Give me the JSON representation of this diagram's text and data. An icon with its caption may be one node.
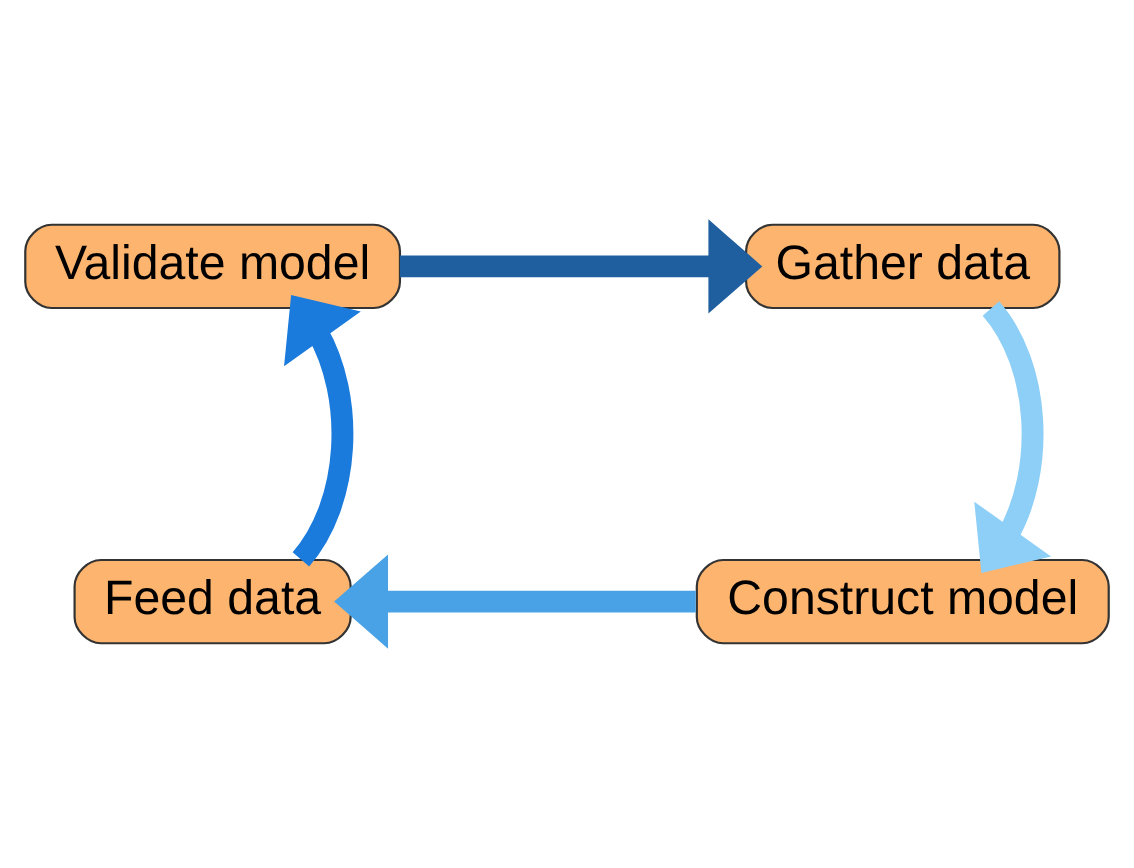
{
  "diagram": {
    "nodes": [
      {
        "text": [
          "Validate model"
        ]
      },
      {
        "text": [
          "Gather data"
        ]
      },
      {
        "text": [
          "Feed data"
        ]
      },
      {
        "text": [
          "Construct model"
        ]
      }
    ],
    "edges": [
      {
        "from": 0,
        "to": 1,
        "arrow": "to",
        "color": "#1f5f9f"
      },
      {
        "from": 1,
        "to": 3,
        "arrow": "to",
        "color": "#8ecff8"
      },
      {
        "from": 3,
        "to": 2,
        "arrow": "to",
        "color": "#4aa2e6"
      },
      {
        "from": 2,
        "to": 0,
        "arrow": "to",
        "color": "#1a7bdd"
      }
    ]
  }
}
